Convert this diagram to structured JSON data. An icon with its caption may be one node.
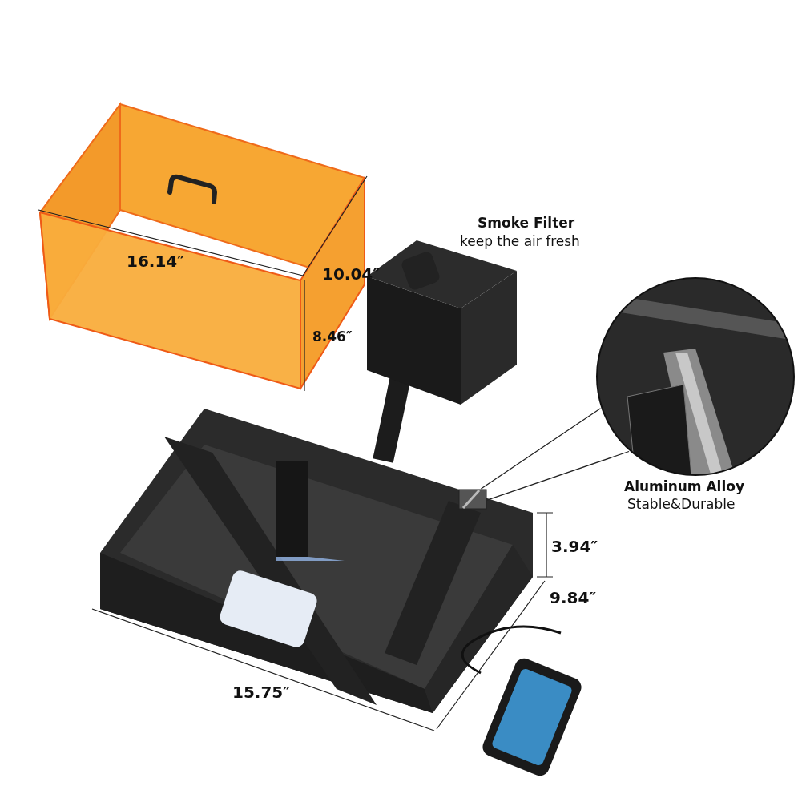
{
  "diagram": {
    "nodes": [
      {
        "text": [],
        "shape": "picture"
      },
      {
        "text": [],
        "shape": "picture"
      }
    ],
    "edges": [
      {
        "from": 0,
        "to": 1,
        "arrow": "none"
      },
      {
        "from": 0,
        "to": 1,
        "arrow": "none"
      }
    ],
    "labels": [
      "16.14″",
      "10.04″",
      "Smoke Filter",
      "keep the air fresh",
      "8.46″",
      "Aluminum Alloy",
      "Stable&Durable",
      "3.94″",
      "9.84″",
      "15.75″"
    ]
  }
}
